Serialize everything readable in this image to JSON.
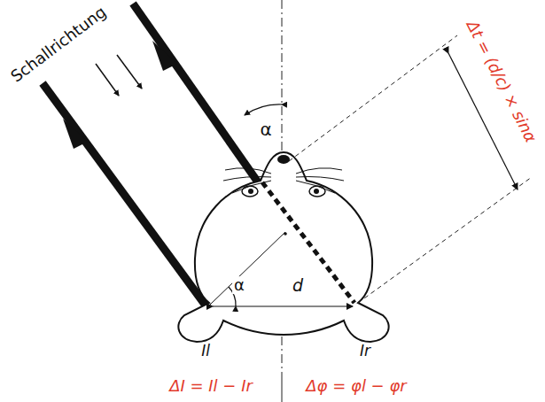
{
  "diagram": {
    "labels": [
      "Schallrichtung",
      "α",
      "α",
      "Δt = (d/c) × sinα",
      "d",
      "Il",
      "Ir",
      "ΔI = Il − Ir",
      "Δφ = φl − φr"
    ]
  }
}
